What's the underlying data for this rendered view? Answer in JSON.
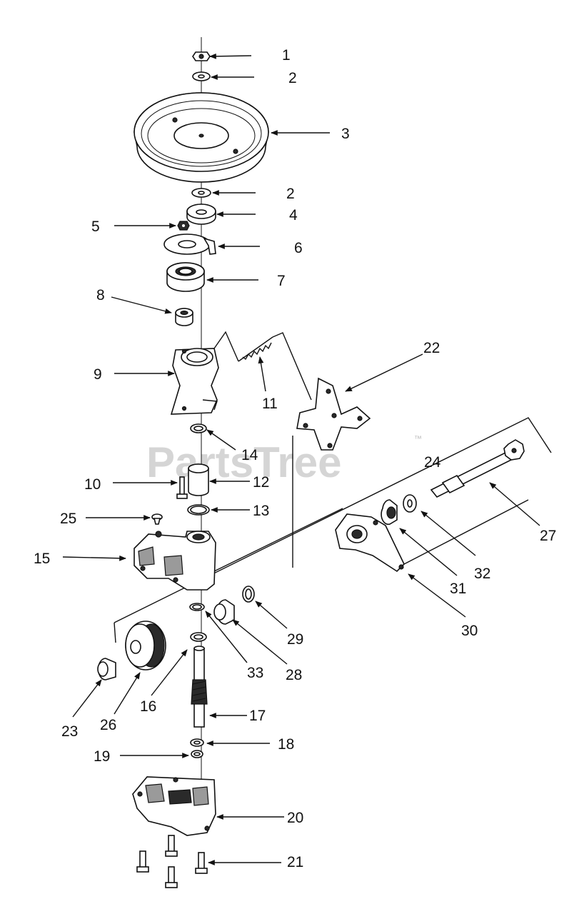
{
  "watermark": {
    "text": "PartsTree",
    "trademark": "™"
  },
  "callouts": [
    {
      "id": "c1",
      "label": "1"
    },
    {
      "id": "c2a",
      "label": "2"
    },
    {
      "id": "c3",
      "label": "3"
    },
    {
      "id": "c2b",
      "label": "2"
    },
    {
      "id": "c4",
      "label": "4"
    },
    {
      "id": "c5",
      "label": "5"
    },
    {
      "id": "c6",
      "label": "6"
    },
    {
      "id": "c7",
      "label": "7"
    },
    {
      "id": "c8",
      "label": "8"
    },
    {
      "id": "c9",
      "label": "9"
    },
    {
      "id": "c11",
      "label": "11"
    },
    {
      "id": "c22",
      "label": "22"
    },
    {
      "id": "c14",
      "label": "14"
    },
    {
      "id": "c24",
      "label": "24"
    },
    {
      "id": "c10",
      "label": "10"
    },
    {
      "id": "c12",
      "label": "12"
    },
    {
      "id": "c13",
      "label": "13"
    },
    {
      "id": "c25",
      "label": "25"
    },
    {
      "id": "c15",
      "label": "15"
    },
    {
      "id": "c27",
      "label": "27"
    },
    {
      "id": "c32",
      "label": "32"
    },
    {
      "id": "c31",
      "label": "31"
    },
    {
      "id": "c30",
      "label": "30"
    },
    {
      "id": "c29",
      "label": "29"
    },
    {
      "id": "c33",
      "label": "33"
    },
    {
      "id": "c28",
      "label": "28"
    },
    {
      "id": "c23",
      "label": "23"
    },
    {
      "id": "c26",
      "label": "26"
    },
    {
      "id": "c16",
      "label": "16"
    },
    {
      "id": "c17",
      "label": "17"
    },
    {
      "id": "c18",
      "label": "18"
    },
    {
      "id": "c19",
      "label": "19"
    },
    {
      "id": "c20",
      "label": "20"
    },
    {
      "id": "c21",
      "label": "21"
    }
  ]
}
